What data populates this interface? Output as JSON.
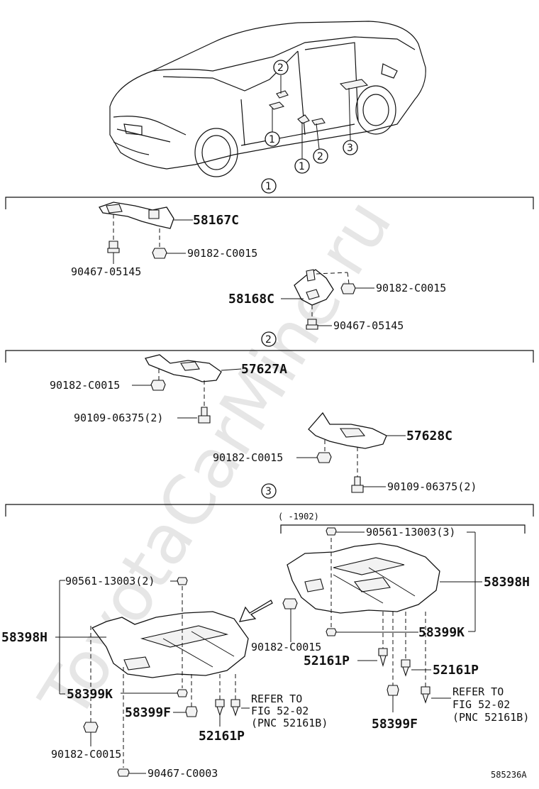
{
  "watermark": "ToyotaCarMine.ru",
  "diagram_id": "585236A",
  "callouts": {
    "c1": "1",
    "c2": "2",
    "c3": "3"
  },
  "section1": {
    "p58167C": "58167C",
    "p90182a": "90182-C0015",
    "p90467a": "90467-05145",
    "p58168C": "58168C",
    "p90182b": "90182-C0015",
    "p90467b": "90467-05145"
  },
  "section2": {
    "p57627A": "57627A",
    "p90182a": "90182-C0015",
    "p90109a": "90109-06375(2)",
    "p57628C": "57628C",
    "p90182b": "90182-C0015",
    "p90109b": "90109-06375(2)"
  },
  "section3": {
    "range": "(    -1902)",
    "r90561": "90561-13003(3)",
    "r58398H": "58398H",
    "r58399K": "58399K",
    "r90182": "90182-C0015",
    "r52161P_a": "52161P",
    "r52161P_b": "52161P",
    "r58399F": "58399F",
    "r_refer1": "REFER TO",
    "r_refer2": "FIG 52-02",
    "r_refer3": "(PNC 52161B)",
    "l90561": "90561-13003(2)",
    "l58398H": "58398H",
    "l58399K": "58399K",
    "l58399F": "58399F",
    "l52161P": "52161P",
    "l_refer1": "REFER TO",
    "l_refer2": "FIG 52-02",
    "l_refer3": "(PNC 52161B)",
    "l90182": "90182-C0015",
    "l90467": "90467-C0003"
  }
}
